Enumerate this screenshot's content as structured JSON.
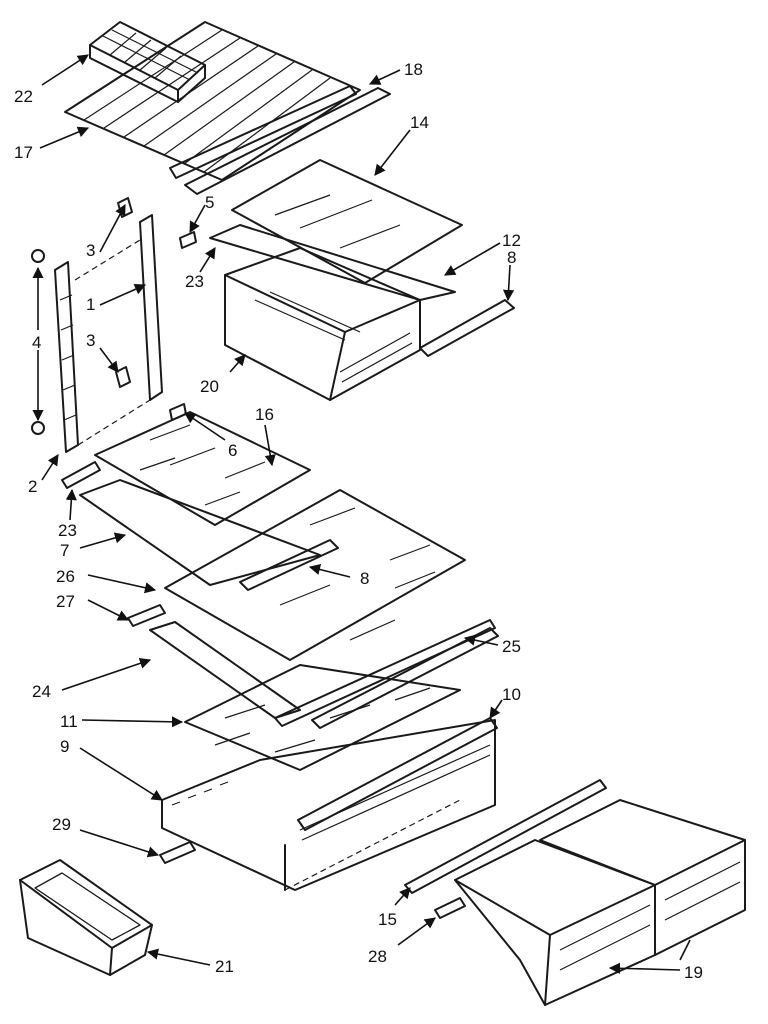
{
  "diagram": {
    "labels": {
      "p1": "1",
      "p2": "2",
      "p3a": "3",
      "p3b": "3",
      "p4": "4",
      "p5": "5",
      "p6": "6",
      "p7": "7",
      "p8a": "8",
      "p8b": "8",
      "p9": "9",
      "p10": "10",
      "p11": "11",
      "p12": "12",
      "p14": "14",
      "p15": "15",
      "p16": "16",
      "p17": "17",
      "p18": "18",
      "p19": "19",
      "p20": "20",
      "p21": "21",
      "p22": "22",
      "p23a": "23",
      "p23b": "23",
      "p24": "24",
      "p25": "25",
      "p26": "26",
      "p27": "27",
      "p28": "28",
      "p29": "29"
    }
  }
}
